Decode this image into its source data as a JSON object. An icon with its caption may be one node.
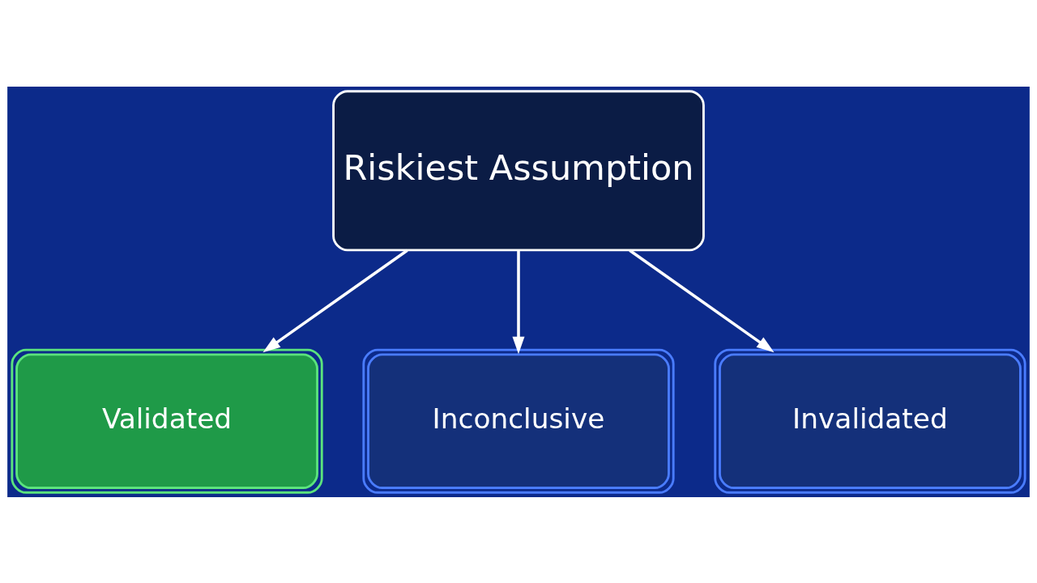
{
  "diagram": {
    "nodes": [
      {
        "text": [
          "Riskiest Assumption"
        ]
      },
      {
        "text": [
          "Validated"
        ]
      },
      {
        "text": [
          "Inconclusive"
        ]
      },
      {
        "text": [
          "Invalidated"
        ]
      }
    ],
    "edges": [
      {
        "from": 0,
        "to": 1,
        "arrow": "to"
      },
      {
        "from": 0,
        "to": 2,
        "arrow": "to"
      },
      {
        "from": 0,
        "to": 3,
        "arrow": "to"
      }
    ]
  }
}
